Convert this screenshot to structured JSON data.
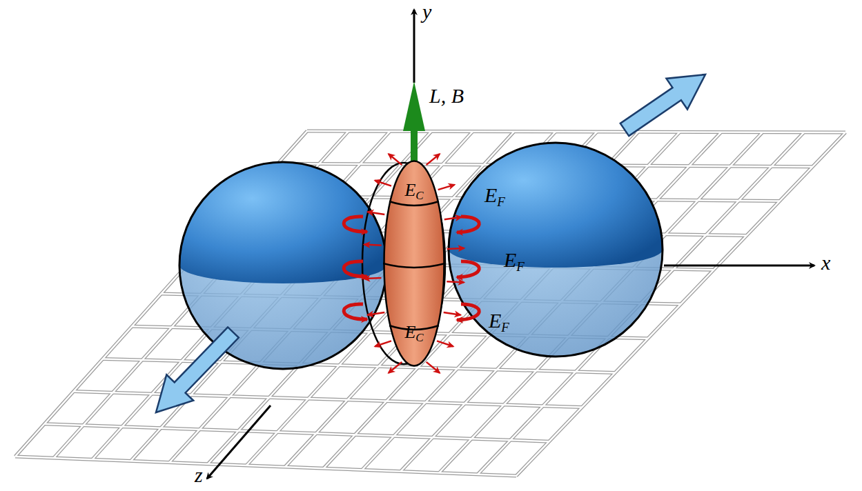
{
  "diagram": {
    "nodes": [
      {
        "text": [
          "EC",
          "EC"
        ]
      }
    ],
    "labels": [
      "y",
      "L, B",
      "EF",
      "EF",
      "EF",
      "x",
      "z"
    ]
  }
}
